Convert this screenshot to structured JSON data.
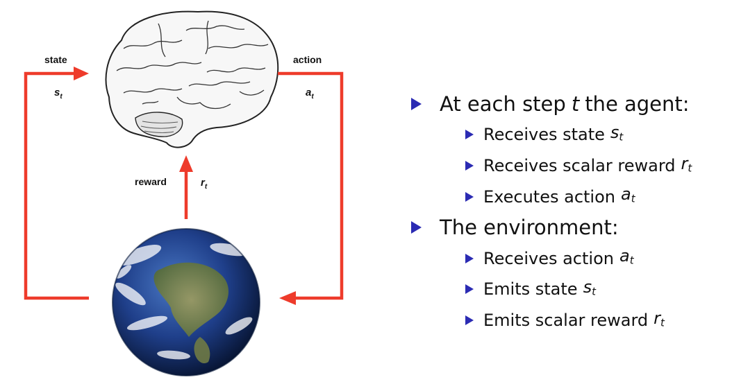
{
  "diagram": {
    "state_label": "state",
    "state_symbol": "s",
    "action_label": "action",
    "action_symbol": "a",
    "reward_label": "reward",
    "reward_symbol": "r",
    "subscript": "t",
    "arrow_color": "#ee3b2b",
    "agent_icon": "brain-icon",
    "environment_icon": "earth-globe-icon"
  },
  "bullets": {
    "agent_heading_pre": "At each step",
    "agent_heading_var": "t",
    "agent_heading_post": "the agent:",
    "agent_items": [
      {
        "text": "Receives state",
        "var": "s",
        "sub": "t"
      },
      {
        "text": "Receives scalar reward",
        "var": "r",
        "sub": "t"
      },
      {
        "text": "Executes action",
        "var": "a",
        "sub": "t"
      }
    ],
    "env_heading": "The environment:",
    "env_items": [
      {
        "text": "Receives action",
        "var": "a",
        "sub": "t"
      },
      {
        "text": "Emits state",
        "var": "s",
        "sub": "t"
      },
      {
        "text": "Emits scalar reward",
        "var": "r",
        "sub": "t"
      }
    ],
    "bullet_color": "#2b2bb3"
  }
}
